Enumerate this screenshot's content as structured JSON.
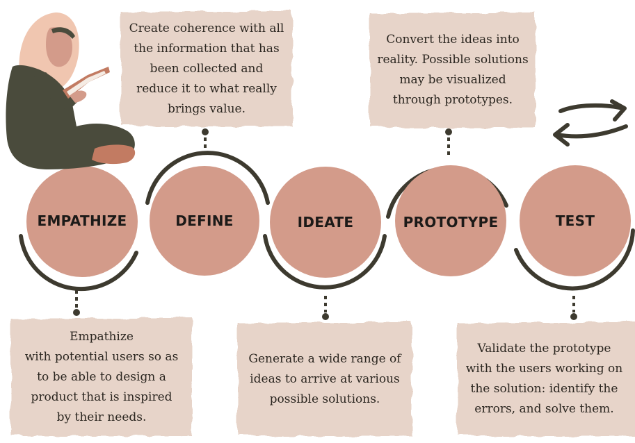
{
  "stages": [
    {
      "key": "empathize",
      "label": "EMPATHIZE",
      "description": "Empathize\nwith potential users so as\nto be able to design a\nproduct that is inspired\nby their needs."
    },
    {
      "key": "define",
      "label": "DEFINE",
      "description": "Create coherence with all\nthe information that has\nbeen collected and\nreduce it to what really\nbrings value."
    },
    {
      "key": "ideate",
      "label": "IDEATE",
      "description": "Generate a wide range of\nideas to arrive at various\npossible solutions."
    },
    {
      "key": "prototype",
      "label": "PROTOTYPE",
      "description": "Convert the ideas into\nreality. Possible solutions\nmay be visualized\nthrough prototypes."
    },
    {
      "key": "test",
      "label": "TEST",
      "description": "Validate the prototype\nwith the users working on\nthe solution: identify the\nerrors, and solve them."
    }
  ],
  "colors": {
    "circle": "#d39b8a",
    "note": "#e7d4c9",
    "line": "#3d3a2f",
    "hijab": "#f0c6b0",
    "dress": "#4a4b3c",
    "book": "#c27b62"
  },
  "icons": [
    "reader-illustration",
    "cycle-arrows-icon"
  ]
}
